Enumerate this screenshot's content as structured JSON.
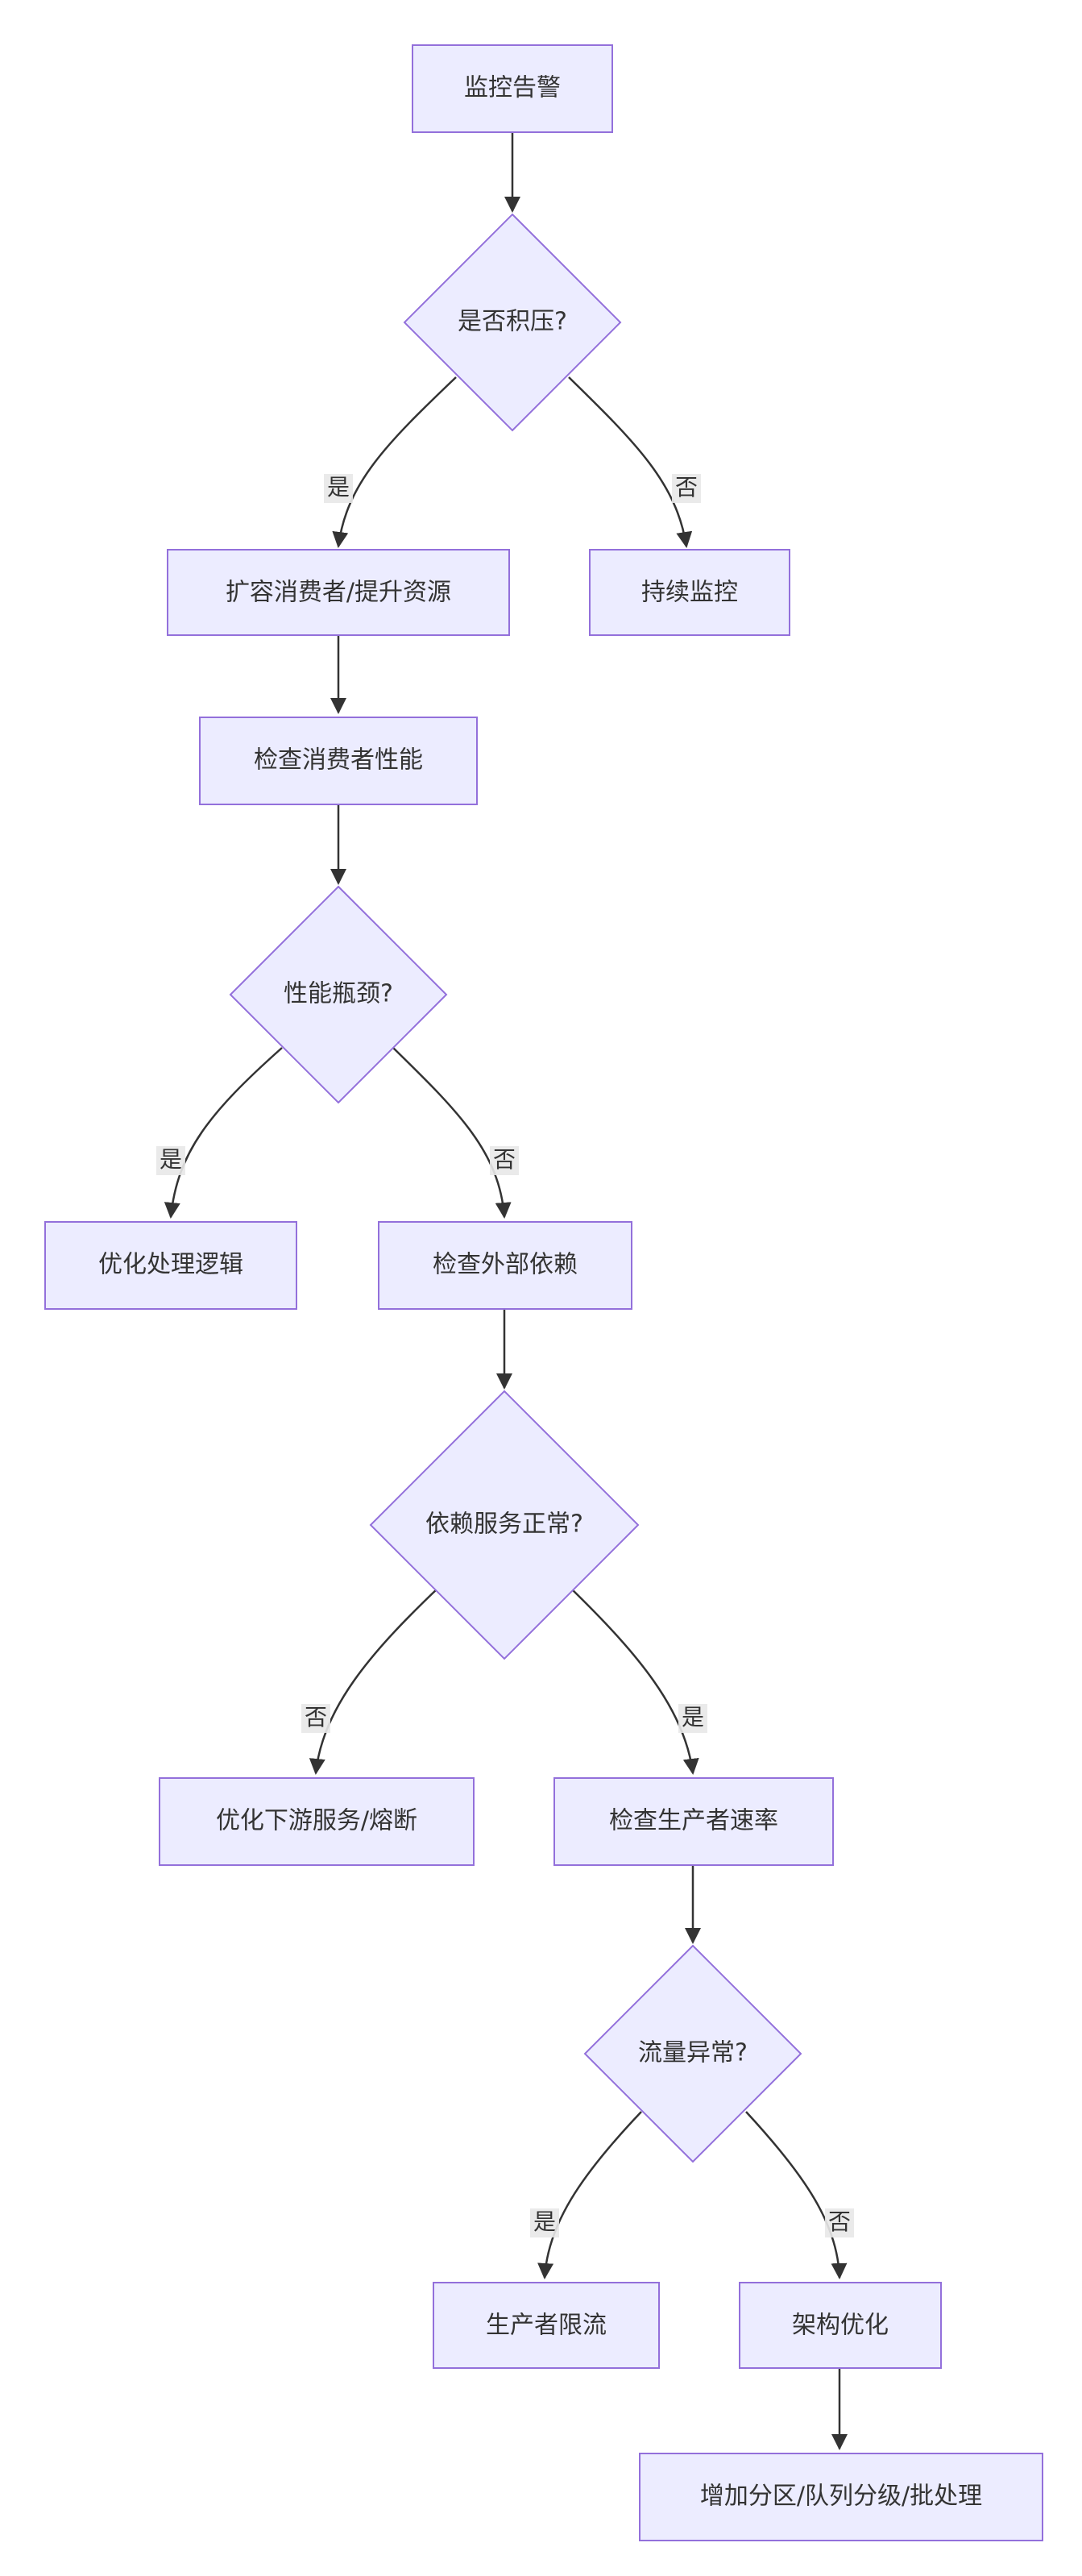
{
  "diagram": {
    "nodes": {
      "alert": "监控告警",
      "backlog_q": "是否积压?",
      "scale_up": "扩容消费者/提升资源",
      "keep_monitor": "持续监控",
      "check_consumer": "检查消费者性能",
      "bottleneck_q": "性能瓶颈?",
      "optimize_logic": "优化处理逻辑",
      "check_external": "检查外部依赖",
      "dep_ok_q": "依赖服务正常?",
      "optimize_downstream": "优化下游服务/熔断",
      "check_producer": "检查生产者速率",
      "traffic_q": "流量异常?",
      "throttle": "生产者限流",
      "arch_opt": "架构优化",
      "partition": "增加分区/队列分级/批处理"
    },
    "edges": {
      "yes": "是",
      "no": "否"
    },
    "colors": {
      "node_fill": "#ECECFF",
      "node_stroke": "#9370DB",
      "edge": "#333333",
      "label_bg": "#E8E8E8"
    }
  }
}
